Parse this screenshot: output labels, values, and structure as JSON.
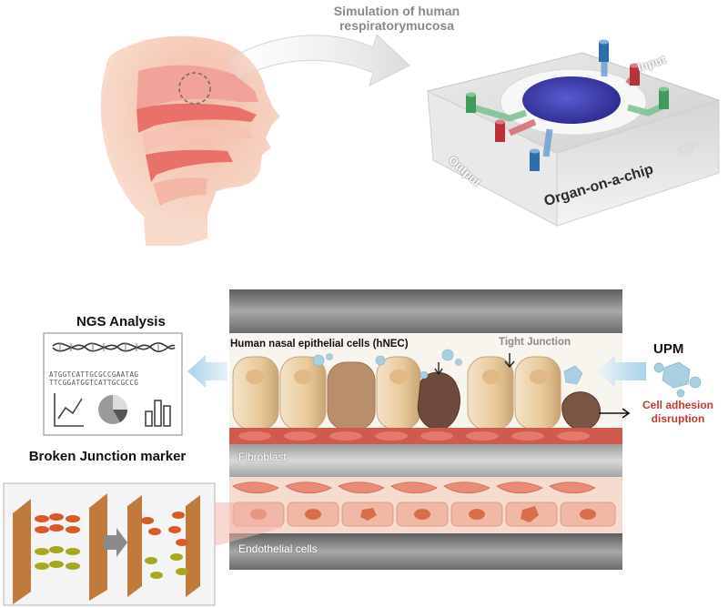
{
  "labels": {
    "simulation": "Simulation of human respiratorymucosa",
    "input": "Input",
    "output": "Output",
    "kist": "KIST",
    "organ_on_chip": "Organ-on-a-chip",
    "ngs_analysis": "NGS Analysis",
    "sequence_line_1": "ATGGTCATTGCGCCGAATAG",
    "sequence_line_2": "TTCGGATGGTCATTGCGCCG",
    "hnec": "Human nasal epithelial cells (hNEC)",
    "tight_junction": "Tight Junction",
    "upm": "UPM",
    "cell_adhesion_disruption": "Cell adhesion disruption",
    "fibroblast": "Fibroblast",
    "endothelial_cells": "Endothelial cells",
    "broken_junction_marker": "Broken Junction marker"
  },
  "colors": {
    "head_light": "#f6d6c4",
    "head_dark": "#e8726a",
    "port_blue": "#2f6ea8",
    "port_red": "#b8323c",
    "port_green": "#3f9a5c",
    "chamber": "#3a3aa8",
    "upm_particle": "#a9cfe0",
    "disruption_text": "#c0392b",
    "membrane": "#cf5a4e",
    "arrow_light_blue": "#bcdcee"
  },
  "icons": [
    "dna-helix-icon",
    "line-chart-icon",
    "pie-chart-icon",
    "bar-chart-icon",
    "right-arrow-icon"
  ]
}
